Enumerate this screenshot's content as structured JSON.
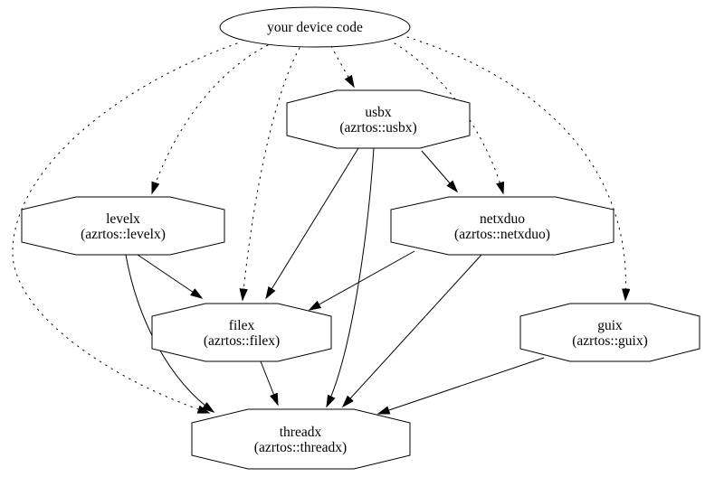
{
  "diagram": {
    "type": "dependency-graph",
    "background_color": "#ffffff",
    "stroke_color": "#000000",
    "root": {
      "label": "your device code",
      "shape": "ellipse"
    },
    "nodes": {
      "usbx": {
        "name": "usbx",
        "package": "(azrtos::usbx)",
        "shape": "octagon"
      },
      "levelx": {
        "name": "levelx",
        "package": "(azrtos::levelx)",
        "shape": "octagon"
      },
      "netxduo": {
        "name": "netxduo",
        "package": "(azrtos::netxduo)",
        "shape": "octagon"
      },
      "filex": {
        "name": "filex",
        "package": "(azrtos::filex)",
        "shape": "octagon"
      },
      "guix": {
        "name": "guix",
        "package": "(azrtos::guix)",
        "shape": "octagon"
      },
      "threadx": {
        "name": "threadx",
        "package": "(azrtos::threadx)",
        "shape": "octagon"
      }
    },
    "edges": [
      {
        "from": "your device code",
        "to": "usbx",
        "style": "dotted"
      },
      {
        "from": "your device code",
        "to": "levelx",
        "style": "dotted"
      },
      {
        "from": "your device code",
        "to": "netxduo",
        "style": "dotted"
      },
      {
        "from": "your device code",
        "to": "filex",
        "style": "dotted"
      },
      {
        "from": "your device code",
        "to": "guix",
        "style": "dotted"
      },
      {
        "from": "your device code",
        "to": "threadx",
        "style": "dotted"
      },
      {
        "from": "usbx",
        "to": "netxduo",
        "style": "solid"
      },
      {
        "from": "usbx",
        "to": "filex",
        "style": "solid"
      },
      {
        "from": "usbx",
        "to": "threadx",
        "style": "solid"
      },
      {
        "from": "levelx",
        "to": "filex",
        "style": "solid"
      },
      {
        "from": "levelx",
        "to": "threadx",
        "style": "solid"
      },
      {
        "from": "netxduo",
        "to": "filex",
        "style": "solid"
      },
      {
        "from": "netxduo",
        "to": "threadx",
        "style": "solid"
      },
      {
        "from": "filex",
        "to": "threadx",
        "style": "solid"
      },
      {
        "from": "guix",
        "to": "threadx",
        "style": "solid"
      }
    ]
  }
}
